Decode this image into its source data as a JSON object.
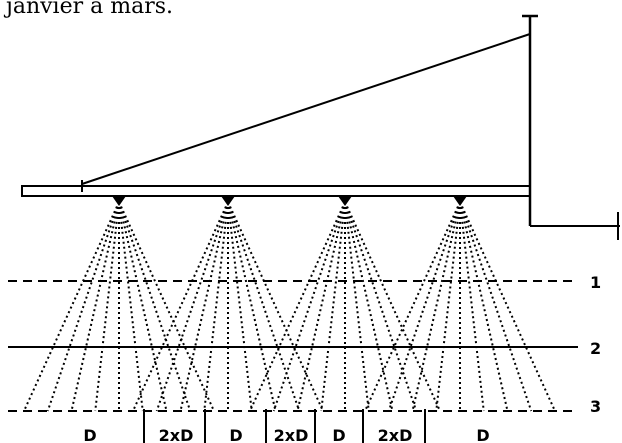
{
  "header_text": "janvier à mars.",
  "levels": [
    "1",
    "2",
    "3"
  ],
  "spacing_labels": [
    "D",
    "2xD",
    "D",
    "2xD",
    "D",
    "2xD",
    "D"
  ],
  "colors": {
    "line": "#000000",
    "background": "#ffffff"
  }
}
